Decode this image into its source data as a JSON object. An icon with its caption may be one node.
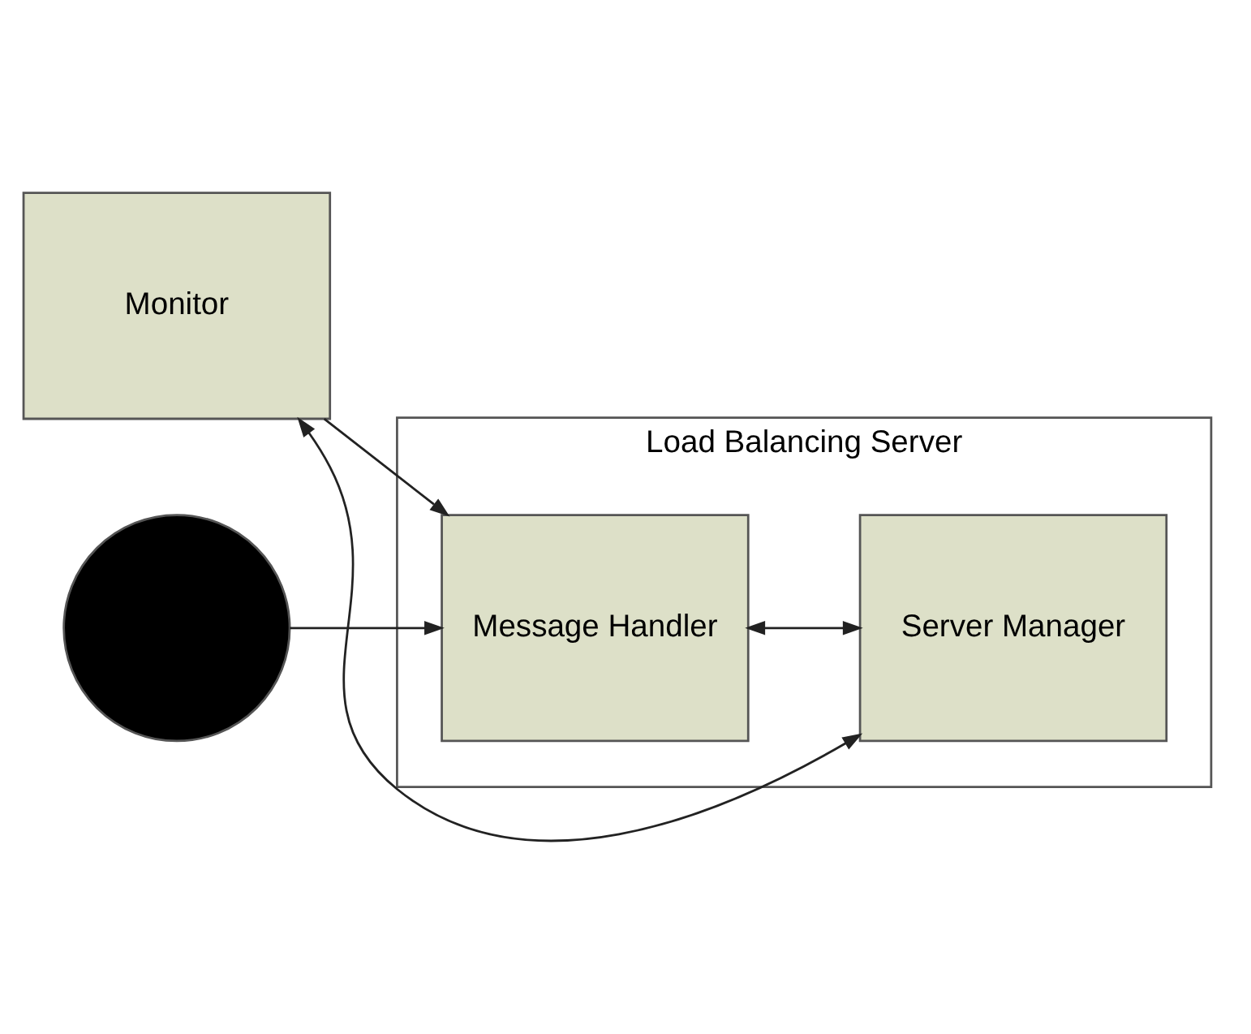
{
  "diagram": {
    "nodes": [
      {
        "text": [
          "Load Balancing Server"
        ]
      },
      {
        "text": [
          "Message Handler"
        ],
        "in": 0
      },
      {
        "text": [
          "Server Manager"
        ],
        "in": 0
      },
      {
        "text": [
          "Monitor"
        ]
      },
      {
        "text": [],
        "shape": "circle"
      }
    ],
    "edges": [
      {
        "from": 4,
        "to": 1,
        "arrow": "to"
      },
      {
        "from": 1,
        "to": 2,
        "arrow": "both"
      },
      {
        "from": 3,
        "to": 1,
        "arrow": "to"
      },
      {
        "from": 3,
        "to": 2,
        "arrow": "both"
      }
    ]
  }
}
